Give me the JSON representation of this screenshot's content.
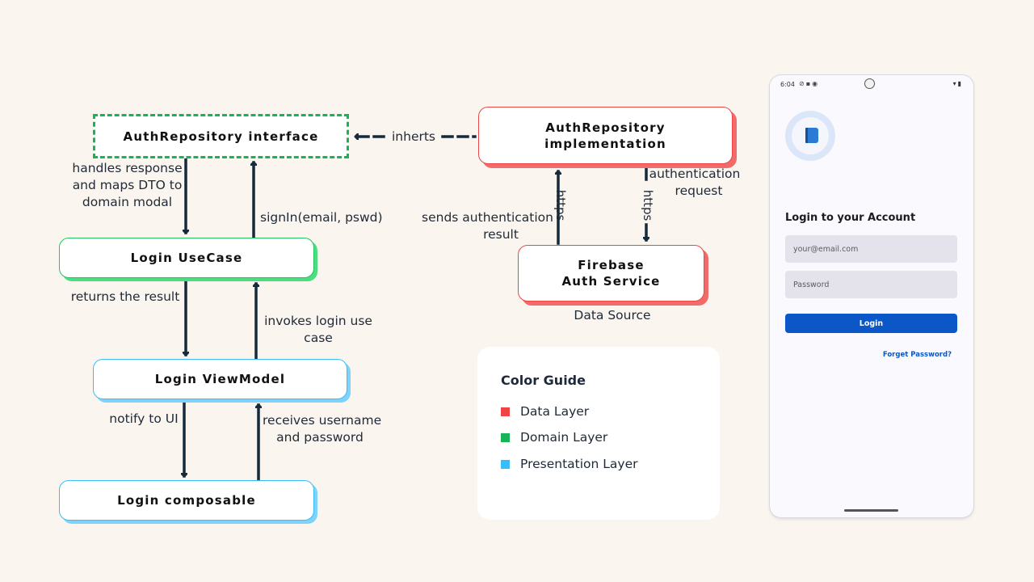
{
  "boxes": {
    "auth_repo_interface": "AuthRepository interface",
    "auth_repo_impl_line1": "AuthRepository",
    "auth_repo_impl_line2": "implementation",
    "login_usecase": "Login UseCase",
    "login_viewmodel": "Login ViewModel",
    "login_composable": "Login composable",
    "firebase_line1": "Firebase",
    "firebase_line2": "Auth Service"
  },
  "labels": {
    "inherits": "inherts",
    "handles_response_1": "handles response",
    "handles_response_2": "and maps DTO to",
    "handles_response_3": "domain modal",
    "sign_in": "signIn(email, pswd)",
    "returns_result": "returns the result",
    "invokes_1": "invokes login use",
    "invokes_2": "case",
    "notify_ui": "notify to UI",
    "receives_1": "receives username",
    "receives_2": "and password",
    "sends_auth_1": "sends authentication",
    "sends_auth_2": "result",
    "auth_request_1": "authentication",
    "auth_request_2": "request",
    "https_up": "https",
    "https_down": "https",
    "data_source": "Data Source"
  },
  "color_guide": {
    "title": "Color Guide",
    "items": [
      {
        "label": "Data Layer",
        "color": "#ef4444"
      },
      {
        "label": "Domain Layer",
        "color": "#16b455"
      },
      {
        "label": "Presentation Layer",
        "color": "#38bdf8"
      }
    ]
  },
  "phone": {
    "time": "6:04",
    "title": "Login to your Account",
    "email_placeholder": "your@email.com",
    "password_placeholder": "Password",
    "login_button": "Login",
    "forget_password": "Forget Password?"
  },
  "colors": {
    "arrow": "#152a3a",
    "data_layer": "#ef4444",
    "domain_layer": "#16b455",
    "presentation_layer": "#38bdf8",
    "primary_button": "#0b57c8"
  }
}
